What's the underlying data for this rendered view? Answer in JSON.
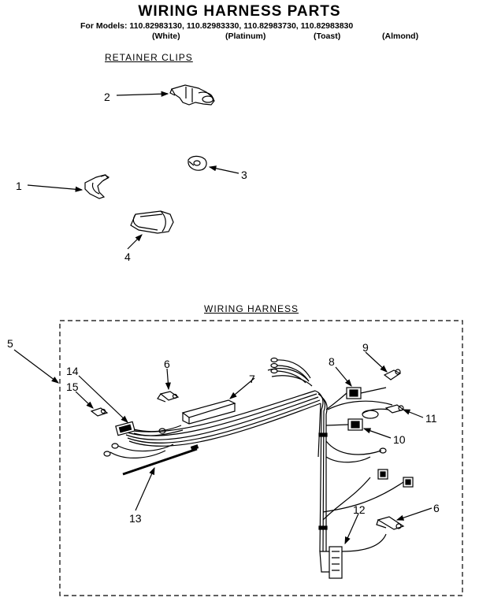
{
  "title": "WIRING HARNESS PARTS",
  "models_line": "For Models: 110.82983130, 110.82983330, 110.82983730, 110.82983830",
  "model_colors": [
    "(White)",
    "(Platinum)",
    "(Toast)",
    "(Almond)"
  ],
  "section_retainer": "RETAINER CLIPS",
  "section_harness": "WIRING HARNESS",
  "callouts": [
    "1",
    "2",
    "3",
    "4",
    "5",
    "6",
    "7",
    "8",
    "9",
    "10",
    "11",
    "12",
    "13",
    "14",
    "15",
    "6"
  ]
}
